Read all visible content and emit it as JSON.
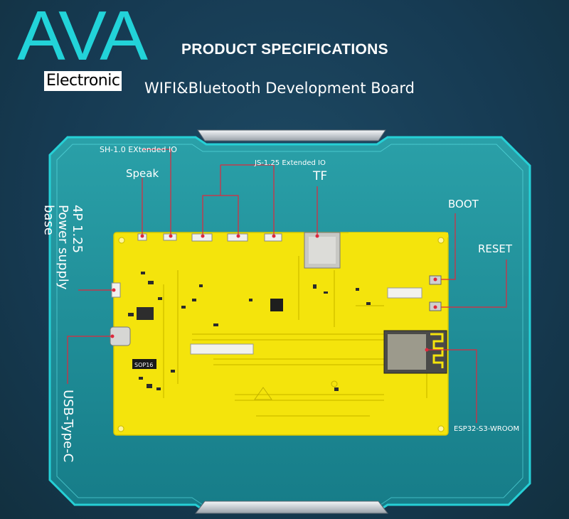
{
  "brand": {
    "logo_text": "AVA",
    "sub": "Electronic"
  },
  "header": {
    "title": "PRODUCT SPECIFICATIONS",
    "subtitle": "WIFI&Bluetooth Development Board"
  },
  "labels": {
    "sh_io": "SH-1.0 EXtended IO",
    "speak": "Speak",
    "js_io": "JS-1.25 Extended IO",
    "tf": "TF",
    "boot": "BOOT",
    "reset": "RESET",
    "power": "4P 1.25 Power supply base",
    "usb": "USB-Type-C",
    "module": "ESP32-S3-WROOM",
    "chip": "SOP16"
  },
  "colors": {
    "accent": "#26d0d6",
    "board": "#f4e40c",
    "frame_fill": "#1c8a96",
    "pointer": "#e0283c"
  }
}
